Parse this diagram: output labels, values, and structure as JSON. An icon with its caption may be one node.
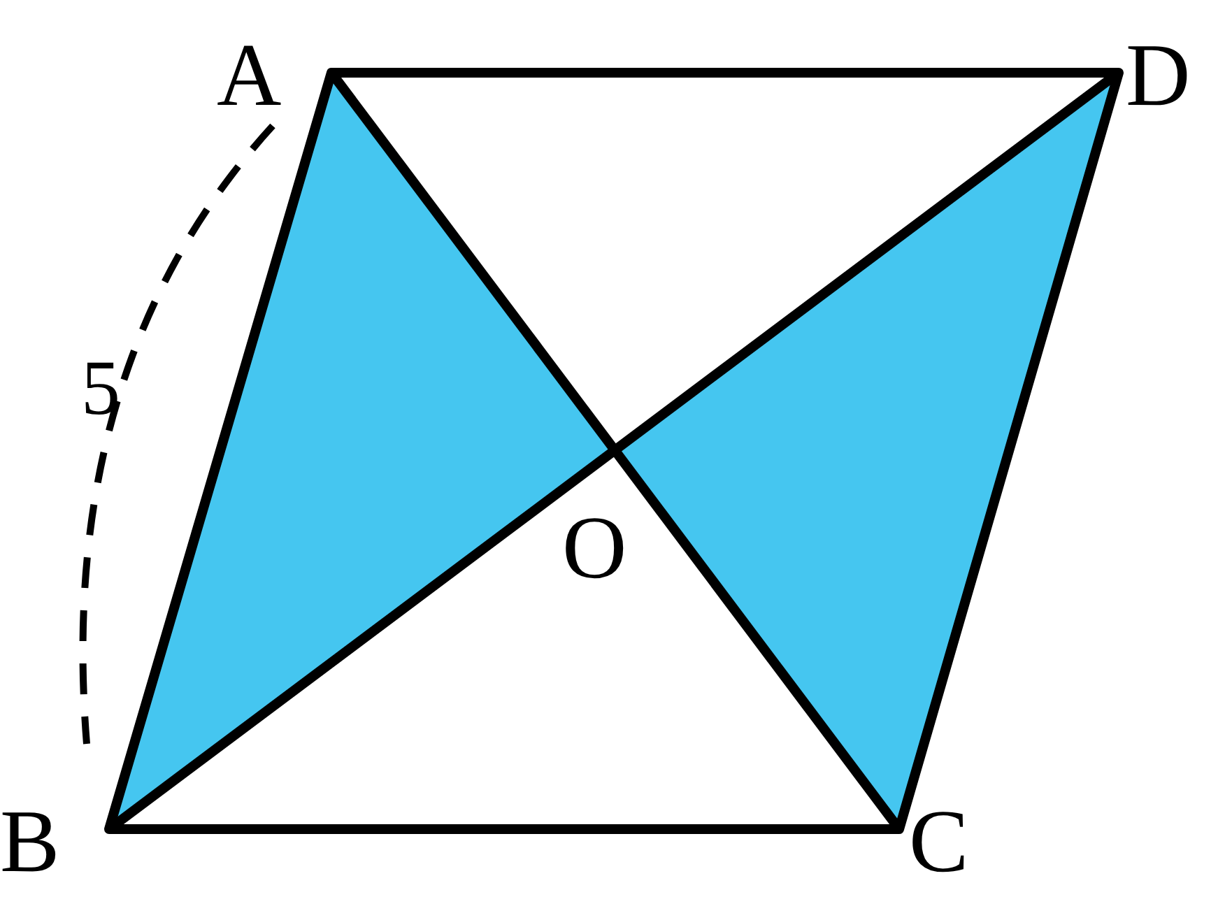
{
  "diagram": {
    "labels": [
      "A",
      "D",
      "5",
      "O",
      "B",
      "C"
    ]
  }
}
